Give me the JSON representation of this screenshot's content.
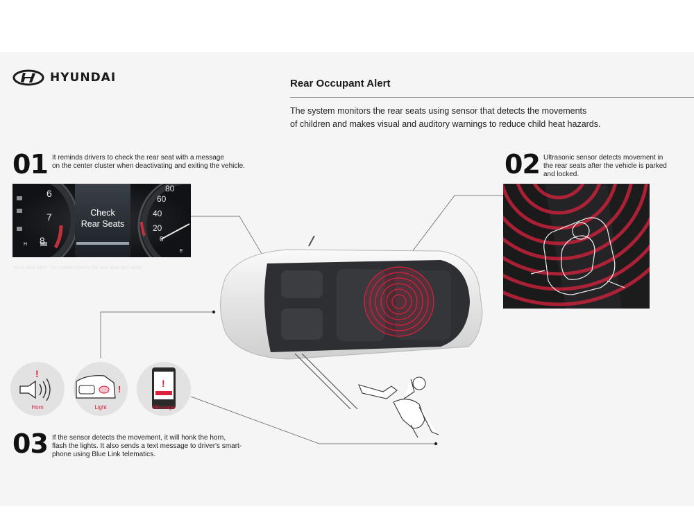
{
  "brand": {
    "name": "HYUNDAI"
  },
  "header": {
    "title": "Rear Occupant Alert",
    "description_line1": "The system monitors the rear seats using sensor that detects the movements",
    "description_line2": "of children and makes visual and auditory warnings to reduce child heat hazards."
  },
  "step1": {
    "number": "01",
    "line1": "It reminds drivers to check the rear seat with a message",
    "line2": "on the center cluster when deactivating and exiting the vehicle.",
    "cluster": {
      "message_line1": "Check",
      "message_line2": "Rear Seats",
      "left_gauge": [
        "6",
        "7",
        "8"
      ],
      "right_gauge": [
        "80",
        "60",
        "40",
        "20",
        "0"
      ],
      "indicators": [
        "H",
        "E"
      ],
      "caption": "Back seat alert: The system checks the rear door and seats"
    }
  },
  "step2": {
    "number": "02",
    "line1": "Ultrasonic sensor detects movement in",
    "line2": "the rear seats after the vehicle is parked",
    "line3": "and locked."
  },
  "step3": {
    "number": "03",
    "line1": "If the sensor detects the movement, it will honk the horn,",
    "line2": "flash the lights. It also sends a text message to driver's smart-",
    "line3": "phone using Blue Link telematics.",
    "icons": [
      {
        "icon": "horn-icon",
        "label": "Horn",
        "alert": "!"
      },
      {
        "icon": "headlight-icon",
        "label": "Light",
        "alert": "!"
      },
      {
        "icon": "phone-icon",
        "label": "Message",
        "alert": "!"
      }
    ]
  },
  "colors": {
    "accent": "#d9223d",
    "panel": "#f5f5f5",
    "text": "#222222"
  }
}
